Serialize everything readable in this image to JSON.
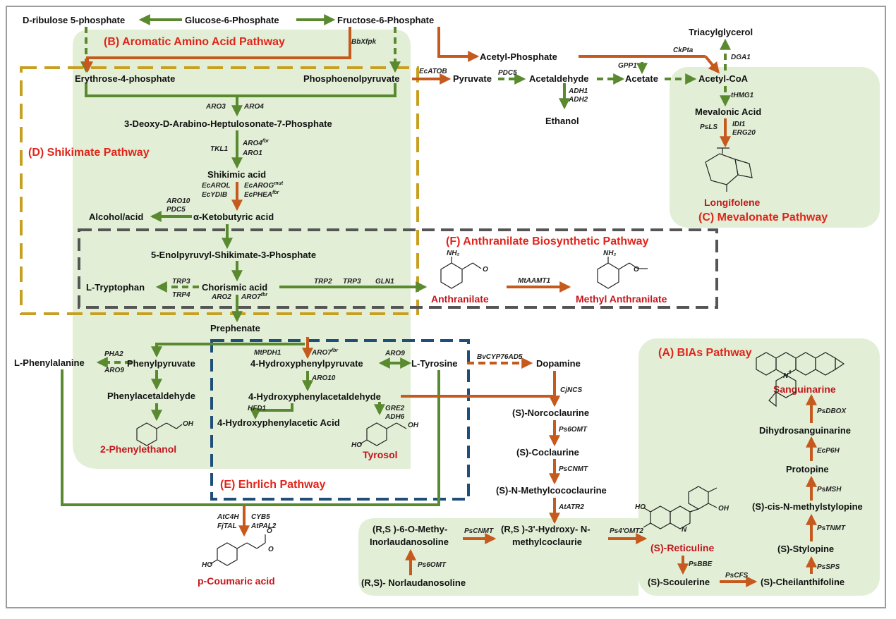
{
  "colors": {
    "green_arrow": "#5a8a30",
    "orange_arrow": "#c65a1e",
    "pathway_bg": "#e2efd6",
    "shikimate_box": "#c7a022",
    "anthranilate_box": "#555555",
    "ehrlich_box": "#1f4e79",
    "title_red": "#e0251b",
    "product_red": "#c4161c"
  },
  "pathways": {
    "aromatic": "(B) Aromatic Amino Acid Pathway",
    "shikimate": "(D) Shikimate Pathway",
    "mevalonate": "(C) Mevalonate Pathway",
    "anthranilate": "(F) Anthranilate Biosynthetic Pathway",
    "ehrlich": "(E) Ehrlich Pathway",
    "bias": "(A) BIAs Pathway"
  },
  "metabolites": {
    "d_ribulose": "D-ribulose 5-phosphate",
    "g6p": "Glucose-6-Phosphate",
    "f6p": "Fructose-6-Phosphate",
    "e4p": "Erythrose-4-phosphate",
    "pep": "Phosphoenolpyruvate",
    "acetyl_phosphate": "Acetyl-Phosphate",
    "pyruvate": "Pyruvate",
    "acetaldehyde": "Acetaldehyde",
    "acetate": "Acetate",
    "acetyl_coa": "Acetyl-CoA",
    "triacylglycerol": "Triacylglycerol",
    "ethanol": "Ethanol",
    "mevalonic": "Mevalonic Acid",
    "dahp": "3-Deoxy-D-Arabino-Heptulosonate-7-Phosphate",
    "shikimic": "Shikimic acid",
    "alcohol_acid": "Alcohol/acid",
    "ketobutyric": "α-Ketobutyric acid",
    "epsp": "5-Enolpyruvyl-Shikimate-3-Phosphate",
    "tryptophan": "L-Tryptophan",
    "chorismic": "Chorismic acid",
    "prephenate": "Prephenate",
    "phenylalanine": "L-Phenylalanine",
    "phenylpyruvate": "Phenylpyruvate",
    "hpp": "4-Hydroxyphenylpyruvate",
    "tyrosine": "L-Tyrosine",
    "dopamine": "Dopamine",
    "phenylacetaldehyde": "Phenylacetaldehyde",
    "hpaa": "4-Hydroxyphenylacetaldehyde",
    "hpa_acid": "4-Hydroxyphenylacetic Acid",
    "norcoclaurine": "(S)-Norcoclaurine",
    "coclaurine": "(S)-Coclaurine",
    "methylcoclaurine": "(S)-N-Methylcococlaurine",
    "omethy_1": "(R,S )-6-O-Methy-",
    "omethy_2": "Inorlaudanosoline",
    "hydroxy_1": "(R,S )-3'-Hydroxy- N-",
    "hydroxy_2": "methylcoclaurie",
    "norlaudanosoline": "(R,S)- Norlaudanosoline",
    "scoulerine": "(S)-Scoulerine",
    "cheilanthifoline": "(S)-Cheilanthifoline",
    "stylopine": "(S)-Stylopine",
    "methylstylopine": "(S)-cis-N-methylstylopine",
    "protopine": "Protopine",
    "dihydrosanguinarine": "Dihydrosanguinarine"
  },
  "products": {
    "longifolene": "Longifolene",
    "anthranilate": "Anthranilate",
    "methyl_anthranilate": "Methyl Anthranilate",
    "phenylethanol": "2-Phenylethanol",
    "tyrosol": "Tyrosol",
    "reticuline": "(S)-Reticuline",
    "sanguinarine": "Sanguinarine",
    "coumaric": "p-Coumaric acid"
  },
  "enzymes": {
    "bbxfpk": "BbXfpk",
    "ckpta": "CkPta",
    "dga1": "DGA1",
    "ecatob": "EcATOB",
    "pdc5": "PDC5",
    "gpp1": "GPP1",
    "adh1": "ADH1",
    "adh2": "ADH2",
    "thmg1": "tHMG1",
    "psls": "PsLS",
    "idi1": "IDI1",
    "erg20": "ERG20",
    "aro3": "ARO3",
    "aro4": "ARO4",
    "tkl1": "TKL1",
    "aro4fbr": "ARO4",
    "aro1": "ARO1",
    "ecarol": "EcAROL",
    "ecydib": "EcYDIB",
    "ecarog": "EcAROG",
    "ecphea": "EcPHEA",
    "aro10_a": "ARO10",
    "pdc5_b": "PDC5",
    "trp3_a": "TRP3",
    "trp4": "TRP4",
    "aro2": "ARO2",
    "aro7": "ARO7",
    "trp2": "TRP2",
    "trp3_b": "TRP3",
    "gln1": "GLN1",
    "mtaamt1": "MtAAMT1",
    "pha2": "PHA2",
    "aro9_a": "ARO9",
    "mtpdh1": "MtPDH1",
    "aro7_b": "ARO7",
    "aro9_b": "ARO9",
    "aro10_b": "ARO10",
    "hfd1": "HFD1",
    "gre2": "GRE2",
    "adh6": "ADH6",
    "bvcyp": "BvCYP76AD5",
    "cjncs": "CjNCS",
    "ps6omt_a": "Ps6OMT",
    "pscnmt_a": "PsCNMT",
    "atatr2": "AtATR2",
    "pscnmt_b": "PsCNMT",
    "ps4omt2": "Ps4'OMT2",
    "ps6omt_b": "Ps6OMT",
    "psbbe": "PsBBE",
    "pscfs": "PsCFS",
    "pssps": "PsSPS",
    "pstnmt": "PsTNMT",
    "psmsh": "PsMSH",
    "ecp6h": "EcP6H",
    "psdbox": "PsDBOX",
    "atc4h": "AtC4H",
    "fjtal": "FjTAL",
    "cyb5": "CYB5",
    "atpal2": "AtPAL2"
  },
  "superscripts": {
    "fbr": "fbr",
    "mut": "mut"
  },
  "structure_labels": {
    "nh2": "NH₂",
    "oh": "OH",
    "ho": "HO",
    "o": "O",
    "n": "N",
    "plus": "+"
  }
}
